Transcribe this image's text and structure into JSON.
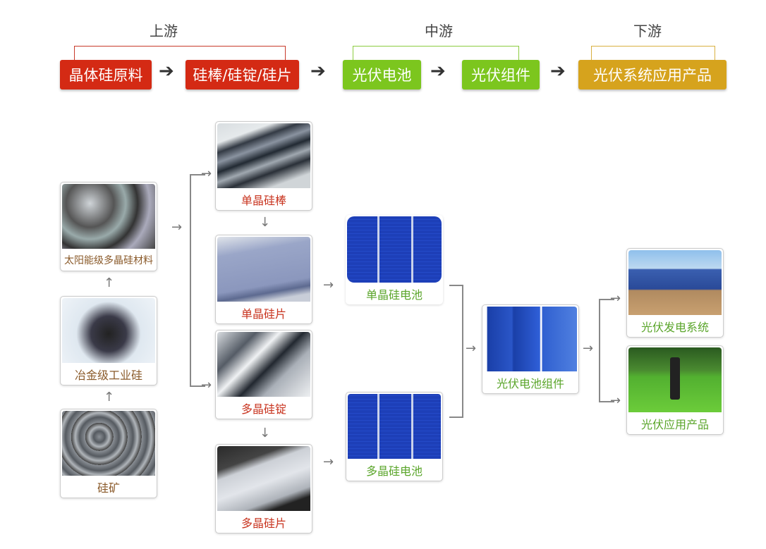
{
  "stages": {
    "upstream": "上游",
    "midstream": "中游",
    "downstream": "下游"
  },
  "chain": [
    "晶体硅原料",
    "硅棒/硅锭/硅片",
    "光伏电池",
    "光伏组件",
    "光伏系统应用产品"
  ],
  "arrow_glyph": "➔",
  "materials": {
    "solar_poly": "太阳能级多晶硅材料",
    "metallurgical": "冶金级工业硅",
    "ore": "硅矿"
  },
  "intermediates": {
    "mono_rod": "单晶硅棒",
    "mono_wafer": "单晶硅片",
    "poly_ingot": "多晶硅锭",
    "poly_wafer": "多晶硅片"
  },
  "cells": {
    "mono_cell": "单晶硅电池",
    "poly_cell": "多晶硅电池"
  },
  "module": "光伏电池组件",
  "applications": {
    "power_system": "光伏发电系统",
    "products": "光伏应用产品"
  },
  "colors": {
    "upstream": "#d42a14",
    "midstream": "#7cc61e",
    "downstream": "#d6a31d"
  }
}
